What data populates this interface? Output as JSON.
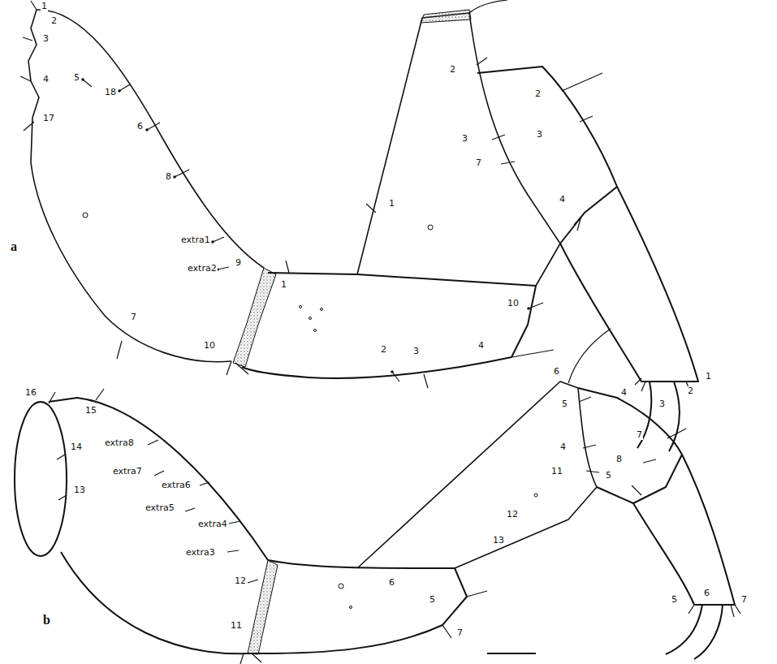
{
  "diagram": {
    "labels": [
      "1",
      "2",
      "3",
      "4",
      "5",
      "18",
      "17",
      "6",
      "8",
      "extra1",
      "9",
      "extra2",
      "a",
      "7",
      "10",
      "1",
      "2",
      "3",
      "4",
      "10",
      "1",
      "2",
      "3",
      "7",
      "2",
      "3",
      "4",
      "4",
      "3",
      "2",
      "1",
      "16",
      "15",
      "14",
      "13",
      "extra8",
      "extra7",
      "extra6",
      "extra5",
      "extra4",
      "extra3",
      "12",
      "b",
      "11",
      "6",
      "5",
      "7",
      "6",
      "5",
      "4",
      "11",
      "12",
      "13",
      "7",
      "8",
      "5",
      "5",
      "6",
      "7"
    ]
  }
}
